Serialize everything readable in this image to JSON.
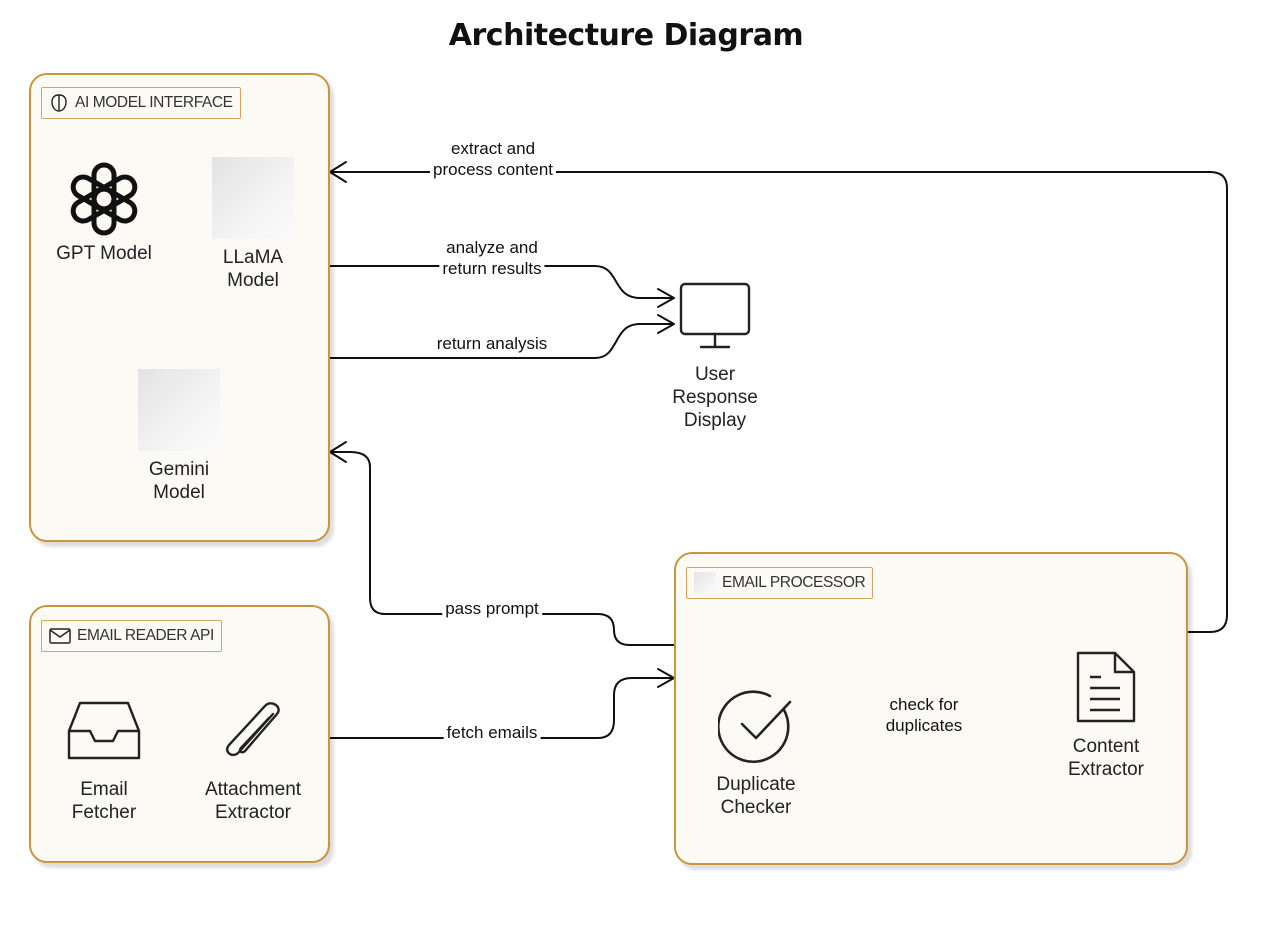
{
  "title": "Architecture Diagram",
  "groups": {
    "ai": {
      "label": "AI MODEL INTERFACE"
    },
    "reader": {
      "label": "EMAIL READER API"
    },
    "processor": {
      "label": "EMAIL PROCESSOR"
    }
  },
  "nodes": {
    "gpt": "GPT Model",
    "llama": "LLaMA\nModel",
    "gemini": "Gemini\nModel",
    "display": "User\nResponse\nDisplay",
    "fetcher": "Email\nFetcher",
    "attachment": "Attachment\nExtractor",
    "duplicate": "Duplicate\nChecker",
    "content": "Content\nExtractor"
  },
  "edges": {
    "extract": "extract and\nprocess content",
    "analyze": "analyze and\nreturn results",
    "return": "return analysis",
    "prompt": "pass prompt",
    "fetch": "fetch emails",
    "check": "check for\nduplicates"
  },
  "colors": {
    "group_border": "#c9963f",
    "group_fill": "#fbfaf4"
  },
  "icons": {
    "ai_group": "brain-icon",
    "reader_group": "mail-icon",
    "gpt": "openai-logo-icon",
    "display": "monitor-icon",
    "fetcher": "inbox-tray-icon",
    "attachment": "paperclip-icon",
    "duplicate": "check-circle-icon",
    "content": "document-icon"
  }
}
